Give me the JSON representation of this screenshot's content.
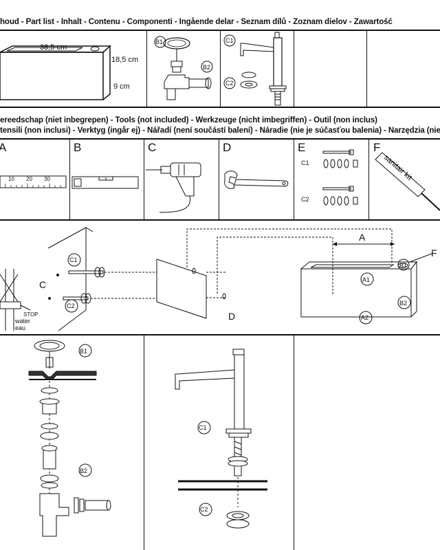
{
  "header_parts": "houd - Part list - Inhalt - Contenu - Componenti - Ingående delar - Seznam dílů - Zoznam dielov - Zawartość",
  "header_tools_1": "ereedschap (niet inbegrepen) - Tools (not included) -  Werkzeuge (nicht imbegriffen) - Outil (non inclus)",
  "header_tools_2": "tensili (non inclusi) - Verktyg (ingår ej) - Nářadí (není součástí balení) - Náradie (nie je súčasťou balenia) - Narzędzia (nie laczy",
  "parts": {
    "sink": {
      "width": "38,5 cm",
      "depth": "18,5 cm",
      "height": "9 cm"
    },
    "b1": "B1",
    "b2": "B2",
    "c1": "C1",
    "c2": "C2"
  },
  "tools": {
    "a": {
      "letter": "A",
      "ticks": [
        "10",
        "20",
        "30"
      ]
    },
    "b": {
      "letter": "B"
    },
    "c": {
      "letter": "C"
    },
    "d": {
      "letter": "D"
    },
    "e": {
      "letter": "E",
      "c1": "C1",
      "c2": "C2"
    },
    "f": {
      "letter": "F",
      "tube_text": "sanitair kit"
    }
  },
  "mount": {
    "c": "C",
    "c1": "C1",
    "c2": "C2",
    "d": "D",
    "stop": "STOP",
    "water": "water",
    "eau": "eau",
    "a": "A",
    "f": "F",
    "a1": "A1",
    "a2": "A2",
    "b1": "B1",
    "b2": "B2"
  },
  "assembly": {
    "b1": "B1",
    "b2": "B2",
    "c1": "C1",
    "c2": "C2"
  }
}
